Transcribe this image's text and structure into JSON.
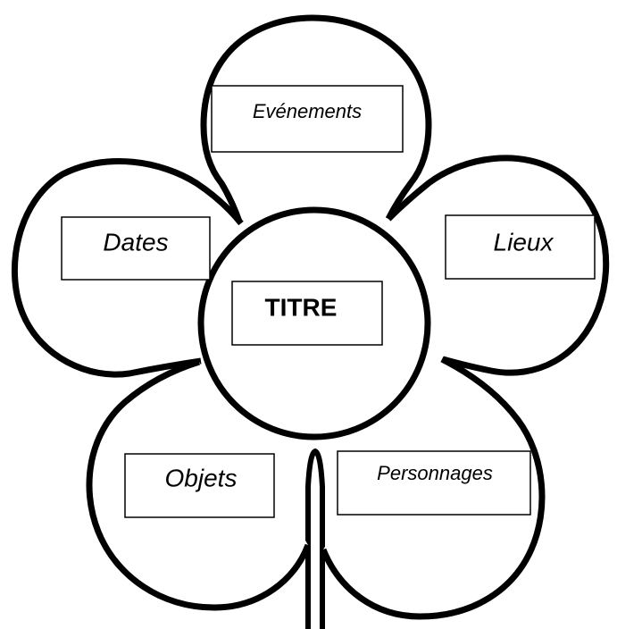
{
  "diagram": {
    "center": {
      "label": "TITRE"
    },
    "petals": {
      "top": {
        "label": "Evénements"
      },
      "left": {
        "label": "Dates"
      },
      "right": {
        "label": "Lieux"
      },
      "bottom_left": {
        "label": "Objets"
      },
      "bottom_right": {
        "label": "Personnages"
      }
    }
  }
}
